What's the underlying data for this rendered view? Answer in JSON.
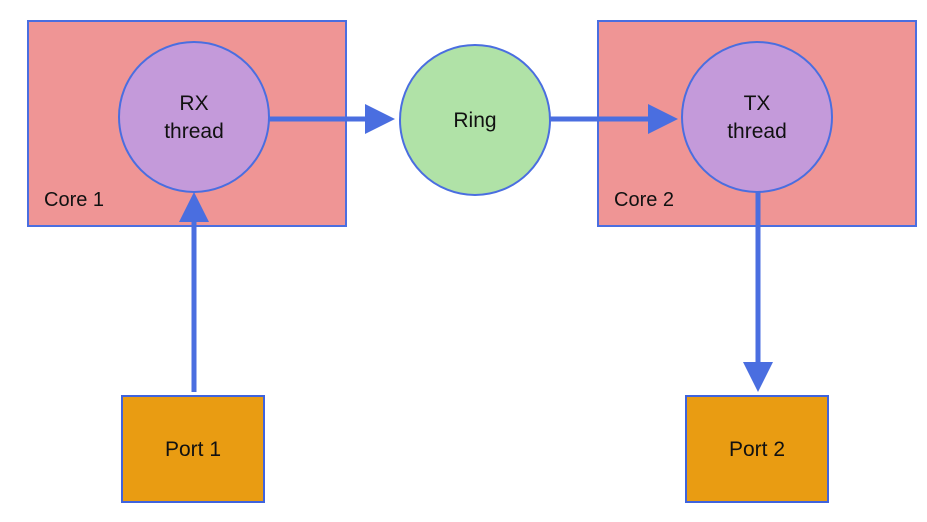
{
  "diagram": {
    "cores": [
      {
        "id": "core1",
        "label": "Core 1"
      },
      {
        "id": "core2",
        "label": "Core 2"
      }
    ],
    "threads": [
      {
        "id": "rx",
        "lines": [
          "RX",
          "thread"
        ]
      },
      {
        "id": "tx",
        "lines": [
          "TX",
          "thread"
        ]
      }
    ],
    "ring": {
      "label": "Ring"
    },
    "ports": [
      {
        "id": "port1",
        "label": "Port 1"
      },
      {
        "id": "port2",
        "label": "Port 2"
      }
    ],
    "edges": [
      {
        "from": "port1",
        "to": "rx"
      },
      {
        "from": "rx",
        "to": "ring"
      },
      {
        "from": "ring",
        "to": "tx"
      },
      {
        "from": "tx",
        "to": "port2"
      }
    ],
    "colors": {
      "core_fill": "#ef9595",
      "core_stroke": "#4a6ee0",
      "thread_fill": "#c49ada",
      "ring_fill": "#b0e2a7",
      "port_fill": "#e99c12",
      "port_stroke": "#3f63dd",
      "arrow": "#4a6ee0"
    }
  }
}
